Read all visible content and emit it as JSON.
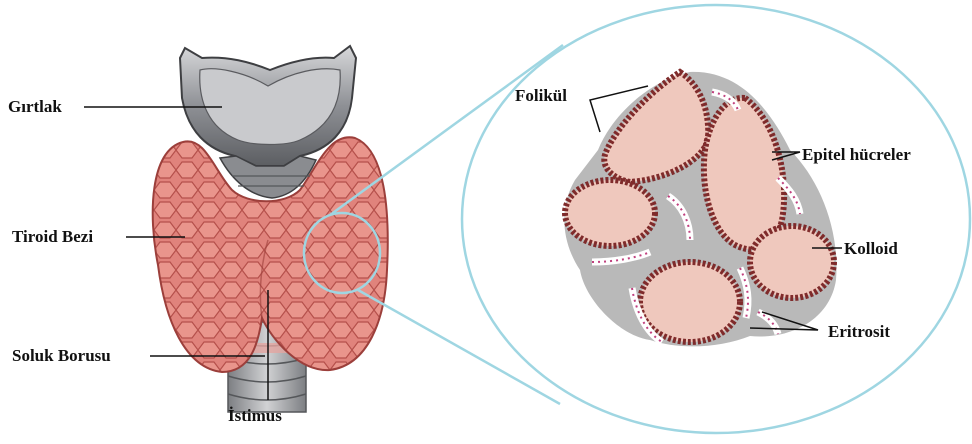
{
  "labels": {
    "girtlak": "Gırtlak",
    "tiroid_bezi": "Tiroid Bezi",
    "soluk_borusu": "Soluk Borusu",
    "istimus": "İstimus",
    "folikul": "Folikül",
    "epitel_hucreler": "Epitel hücreler",
    "kolloid": "Kolloid",
    "eritrosit": "Eritrosit"
  },
  "colors": {
    "magnify_circle": "#9fd6e2",
    "gland_fill": "#e0837c",
    "gland_lobule_stroke": "#b5504b",
    "cartilage": "#9a9ca0",
    "trachea": "#a9abae",
    "stroma": "#b9b9b9",
    "colloid": "#efc8bd",
    "epithelium": "#7f2b2b",
    "erythrocyte": "#c0407e"
  }
}
